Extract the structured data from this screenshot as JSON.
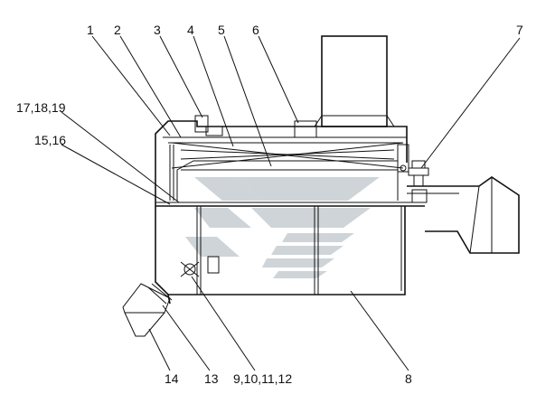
{
  "callouts": [
    {
      "id": "c1",
      "text": "1"
    },
    {
      "id": "c2",
      "text": "2"
    },
    {
      "id": "c3",
      "text": "3"
    },
    {
      "id": "c4",
      "text": "4"
    },
    {
      "id": "c5",
      "text": "5"
    },
    {
      "id": "c6",
      "text": "6"
    },
    {
      "id": "c7",
      "text": "7"
    },
    {
      "id": "c17",
      "text": "17,18,19"
    },
    {
      "id": "c15",
      "text": "15,16"
    },
    {
      "id": "c14",
      "text": "14"
    },
    {
      "id": "c13",
      "text": "13"
    },
    {
      "id": "c9",
      "text": "9,10,11,12"
    },
    {
      "id": "c8",
      "text": "8"
    }
  ],
  "colors": {
    "line": "#111111",
    "watermark": "#c9cfd3",
    "background": "#ffffff"
  }
}
